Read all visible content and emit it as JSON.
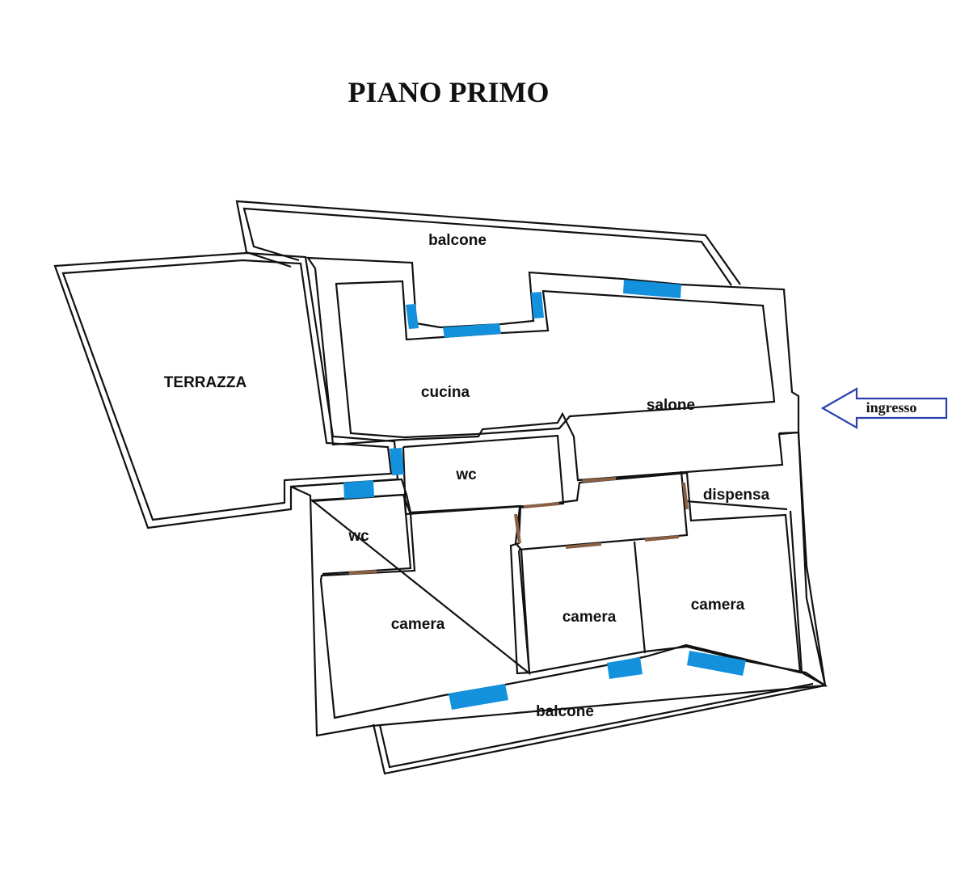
{
  "title": "PIANO PRIMO",
  "entrance_label": "ingresso",
  "colors": {
    "window": "#1391dc",
    "door": "#8a6045",
    "entrance_arrow": "#2a3fb0",
    "wall": "#111111"
  },
  "rooms": {
    "balcone_top": "balcone",
    "terrazza": "TERRAZZA",
    "cucina": "cucina",
    "salone": "salone",
    "wc_upper": "wc",
    "wc_lower": "wc",
    "dispensa": "dispensa",
    "camera_left": "camera",
    "camera_middle": "camera",
    "camera_right": "camera",
    "balcone_bottom": "balcone"
  }
}
